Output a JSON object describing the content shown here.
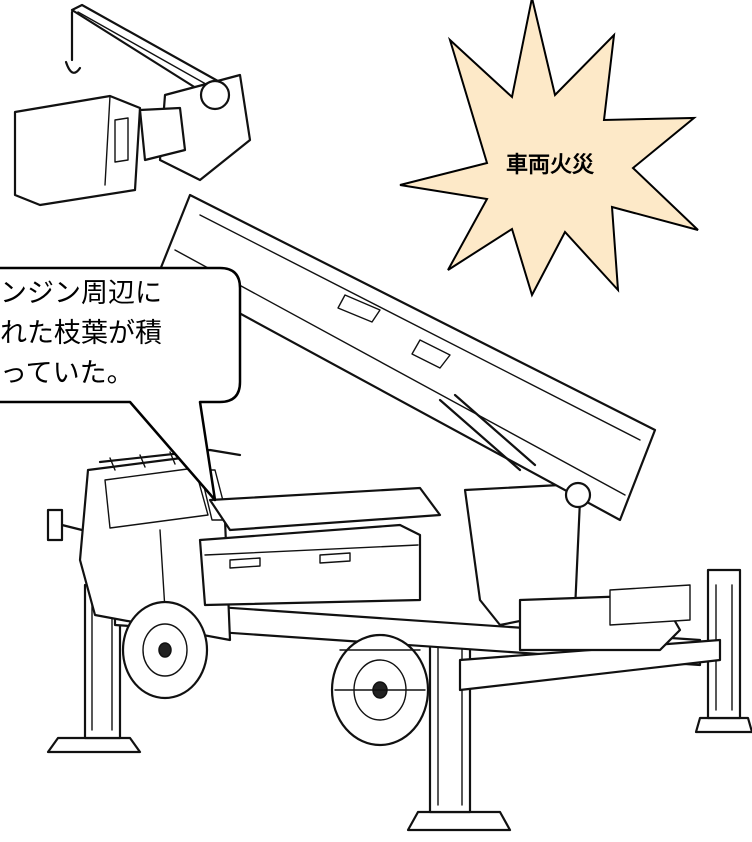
{
  "starburst": {
    "label": "車両火災",
    "fill_color": "#FDE9C8",
    "text_color": "#000000"
  },
  "callout": {
    "lines": [
      "ンジン周辺に",
      "れた枝葉が積",
      "っていた。"
    ],
    "fill_color": "#ffffff"
  },
  "illustration": {
    "subject": "bucket-truck-icon"
  }
}
